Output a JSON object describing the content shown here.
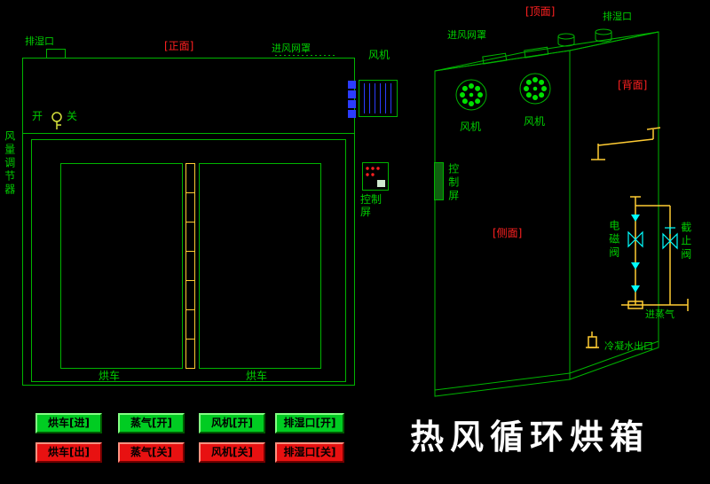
{
  "colors": {
    "background": "#000000",
    "line_green": "#00b400",
    "text_green": "#00cc00",
    "label_red": "#ff2020",
    "pipe_yellow": "#ffcc33",
    "valve_cyan": "#00ffff",
    "fan_blue": "#2b3cff",
    "button_green": "#00cc22",
    "button_red": "#e81111",
    "title_white": "#ffffff"
  },
  "front_view": {
    "face_label": "[正面]",
    "exhaust_label": "排湿口",
    "mesh_label": "进风网罩",
    "fan_label": "风机",
    "switch_on": "开",
    "switch_off": "关",
    "regulator_label": "风量调节器",
    "cart_left": "烘车",
    "cart_right": "烘车",
    "screen_label": "控制屏"
  },
  "perspective_view": {
    "top_label": "[顶面]",
    "back_label": "[背面]",
    "side_label": "[侧面]",
    "mesh_label": "进风网罩",
    "exhaust_label": "排湿口",
    "fan_left_label": "风机",
    "fan_right_label": "风机",
    "screen_label": "控制屏",
    "solenoid_label": "电磁阀",
    "stop_valve_label": "截止阀",
    "steam_label": "进蒸气",
    "condensate_label": "冷凝水出口"
  },
  "buttons": {
    "green": [
      "烘车[进]",
      "蒸气[开]",
      "风机[开]",
      "排湿口[开]"
    ],
    "red": [
      "烘车[出]",
      "蒸气[关]",
      "风机[关]",
      "排湿口[关]"
    ]
  },
  "title": "热风循环烘箱"
}
